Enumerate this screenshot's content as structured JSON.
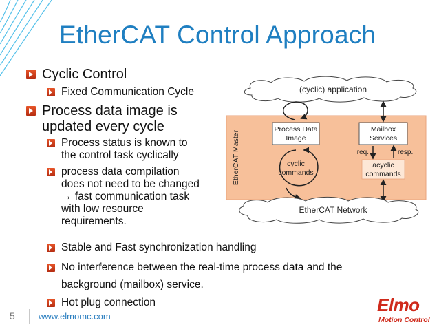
{
  "slide": {
    "title": "EtherCAT Control Approach",
    "page_number": "5",
    "footer_url": "www.elmomc.com"
  },
  "bullets": {
    "cyclic_control": "Cyclic Control",
    "fixed_cycle": "Fixed Communication Cycle",
    "process_image": "Process data image is\nupdated every cycle",
    "process_status": "Process status is known to\nthe control task cyclically",
    "compilation": "process data compilation\ndoes not need to be changed\n→ fast communication task\nwith low resource\nrequirements.",
    "sync": "Stable and Fast synchronization handling",
    "interference": "No interference between the real-time process data and the\nbackground (mailbox) service.",
    "hot_plug": "Hot plug connection"
  },
  "diagram": {
    "application": "(cyclic) application",
    "network": "EtherCAT Network",
    "master": "EtherCAT Master",
    "process_data_line1": "Process Data",
    "process_data_line2": "Image",
    "mailbox_line1": "Mailbox",
    "mailbox_line2": "Services",
    "cyclic_line1": "cyclic",
    "cyclic_line2": "commands",
    "acyclic_line1": "acyclic",
    "acyclic_line2": "commands",
    "req": "req.",
    "resp": "resp."
  },
  "logo": {
    "name": "Elmo",
    "tagline": "Motion Control"
  },
  "colors": {
    "title": "#1f7fc1",
    "bullet": "#d9441f",
    "master_panel": "#f7c09a",
    "logo": "#cf2a1b",
    "url": "#2c7fc0"
  }
}
